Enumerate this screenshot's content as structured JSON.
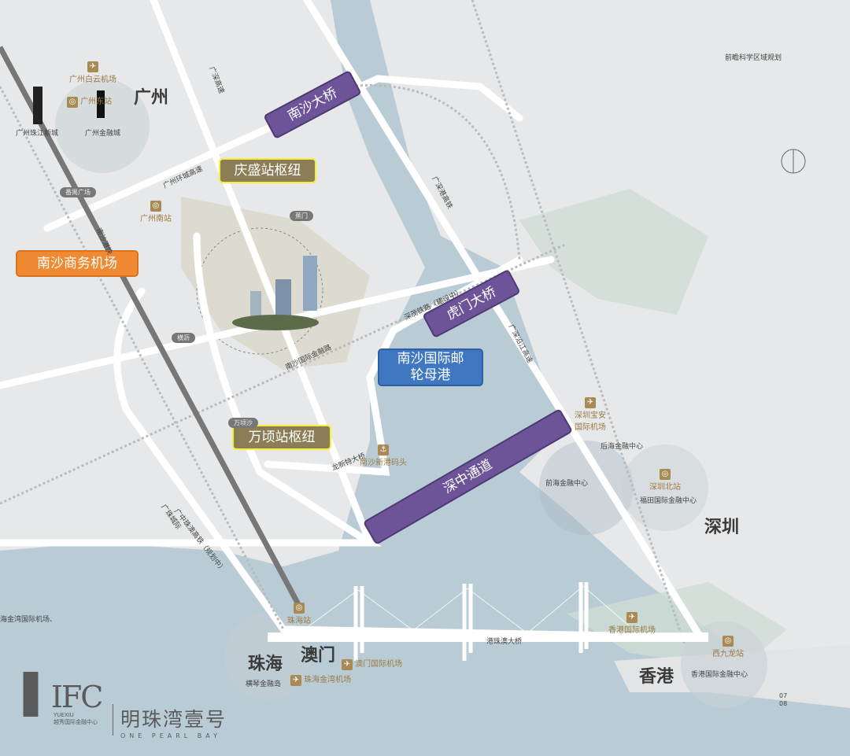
{
  "colors": {
    "land": "#e7e8e9",
    "water": "#b9ccd6",
    "road": "#ffffff",
    "bridge_tag": "#6d5499",
    "hub_tag": "#8b7d56",
    "airport_tag": "#ef8a33",
    "port_tag": "#3f78c0",
    "poi": "#9a7b45"
  },
  "cities": {
    "guangzhou": "广州",
    "shenzhen": "深圳",
    "zhuhai": "珠海",
    "macau": "澳门",
    "hongkong": "香港"
  },
  "callouts": {
    "nansha_bridge": "南沙大桥",
    "qingsheng_hub": "庆盛站枢纽",
    "nansha_airport": "南沙商务机场",
    "humen_bridge": "虎门大桥",
    "cruise_port_line1": "南沙国际邮",
    "cruise_port_line2": "轮母港",
    "wanqing_hub": "万顷站枢纽",
    "shenzhong_channel": "深中通道"
  },
  "pois": {
    "gz_baiyun_airport": "广州白云机场",
    "gz_east_station": "广州东站",
    "gz_zhujiang_newtown": "广州珠江新城",
    "gz_financial_city": "广州金融城",
    "gz_south_station": "广州南站",
    "nansha_new_port": "南沙新港码头",
    "sz_baoan_airport_1": "深圳宝安",
    "sz_baoan_airport_2": "国际机场",
    "houhai": "后海金融中心",
    "qianhai": "前海金融中心",
    "sz_north_station": "深圳北站",
    "futian": "福田国际金融中心",
    "zhuhai_station": "珠海站",
    "hengqin": "横琴金融岛",
    "macau_airport": "澳门国际机场",
    "zhuhai_airport": "珠海金湾机场",
    "hk_airport": "香港国际机场",
    "west_kowloon": "西九龙站",
    "hk_ifc": "香港国际金融中心",
    "zhuhai_airport_left": "海金湾国际机场、"
  },
  "roads": {
    "guangshen_expwy": "广深高速",
    "gz_ring_expwy": "广州环城高速",
    "guangshen_coastal_expwy": "广深沿江高速",
    "nansha_gangkou": "南沙港快",
    "shenmao_rail": "深茂铁路（建设中）",
    "nansha_intl_finance_rd": "南沙国际金融路",
    "longxin_bridge": "龙新特大桥",
    "hzm_bridge": "港珠澳大桥",
    "guangshen_rail": "广深港高铁",
    "guangzhong_rail": "广中珠澳高铁（规划中）",
    "guangzhu_rail": "广珠城际"
  },
  "metro_pills": {
    "xiangyan": "番禺广场",
    "jiaomen": "蕉门",
    "hengli": "横沥",
    "wanqingsha": "万顷沙"
  },
  "top_right_note": "前瞻科学区域规划",
  "page_number": {
    "current": "07",
    "total": "08"
  },
  "logo": {
    "ifc_mark": "IFC",
    "ifc_en": "YUEXIU",
    "ifc_cn": "越秀国际金融中心",
    "project_cn": "明珠湾壹号",
    "project_en": "ONE PEARL BAY"
  }
}
